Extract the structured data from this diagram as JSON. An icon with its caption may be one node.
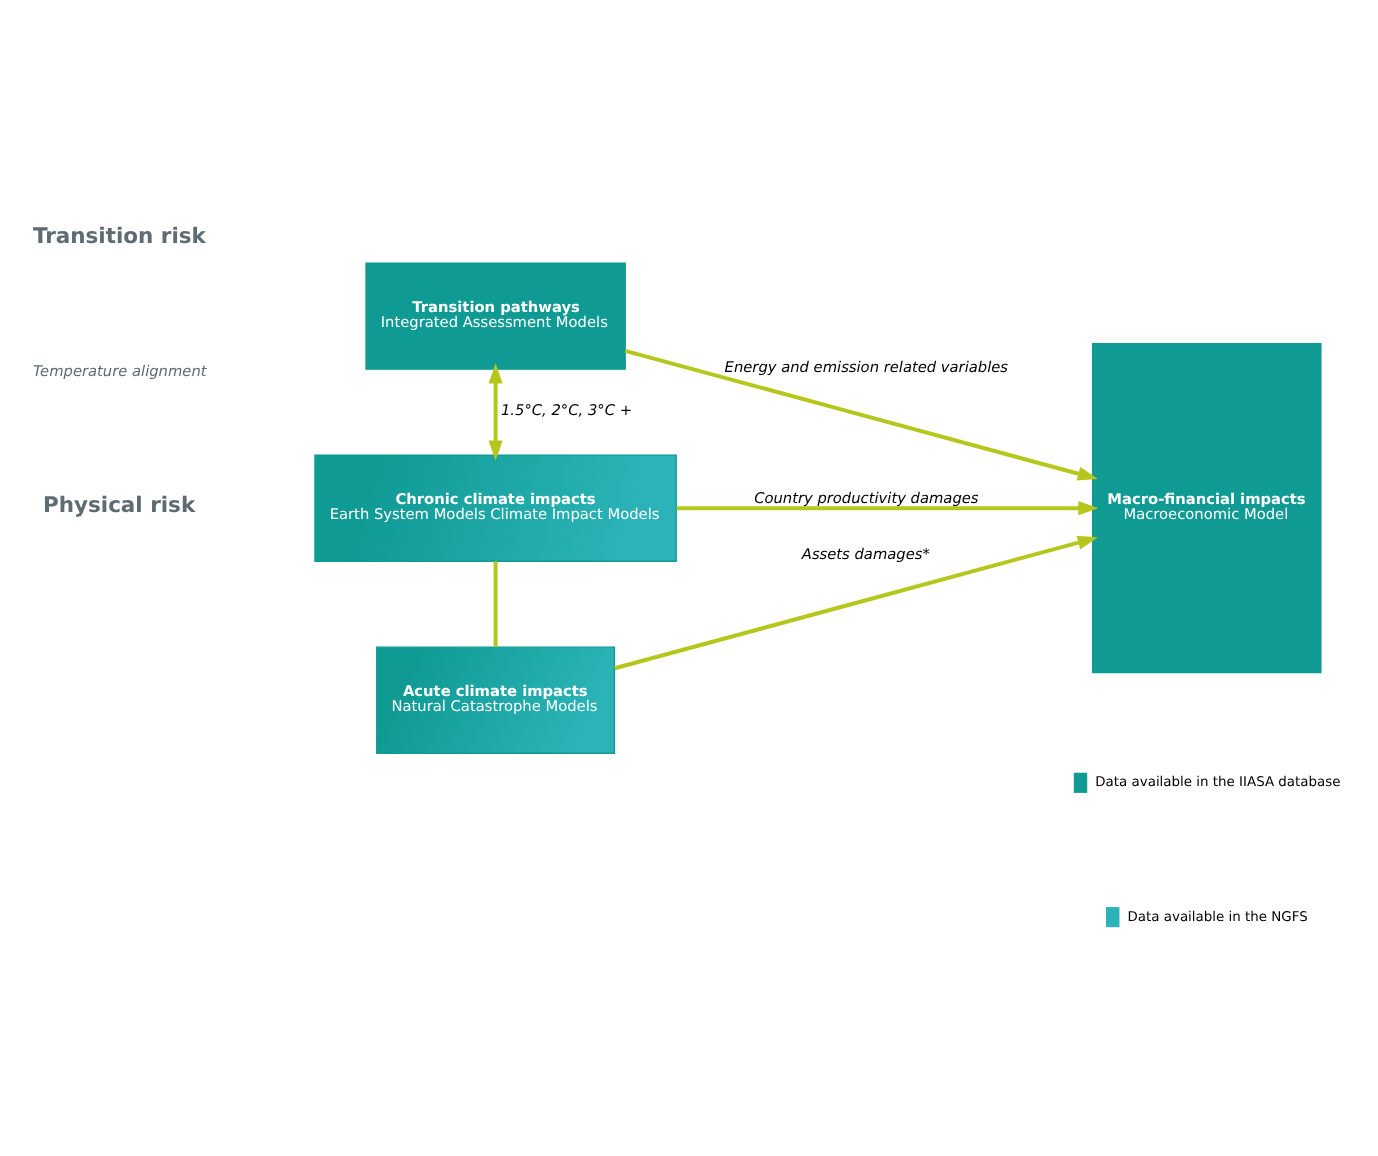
{
  "diagram": {
    "nodes": [
      {
        "text": [
          "Transition pathways",
          "Integrated Assessment Models"
        ]
      },
      {
        "text": [
          "Chronic climate impacts",
          "Earth System Models Climate Impact Models"
        ]
      },
      {
        "text": [
          "Acute climate impacts",
          "Natural Catastrophe Models"
        ]
      },
      {
        "text": [
          "Macro-financial impacts",
          "Macroeconomic Model"
        ]
      }
    ],
    "edges": [
      {
        "from": 0,
        "to": 3,
        "arrow": "to",
        "label": "Energy and emission related variables"
      },
      {
        "from": 0,
        "to": 1,
        "arrow": "both",
        "label": "1.5°C, 2°C, 3°C +"
      },
      {
        "from": 1,
        "to": 3,
        "arrow": "to",
        "label": "Country productivity damages"
      },
      {
        "from": 1,
        "to": 2,
        "arrow": "none"
      },
      {
        "from": 2,
        "to": 3,
        "arrow": "to",
        "label": "Assets damages*"
      }
    ],
    "labels": [
      "Transition risk",
      "Temperature alignment",
      "Physical risk"
    ],
    "legend": [
      {
        "text": "Data available in the IIASA database",
        "color": "#0f9a94"
      },
      {
        "text": "Data available in the NGFS",
        "color": "#2bb3b7"
      }
    ]
  }
}
